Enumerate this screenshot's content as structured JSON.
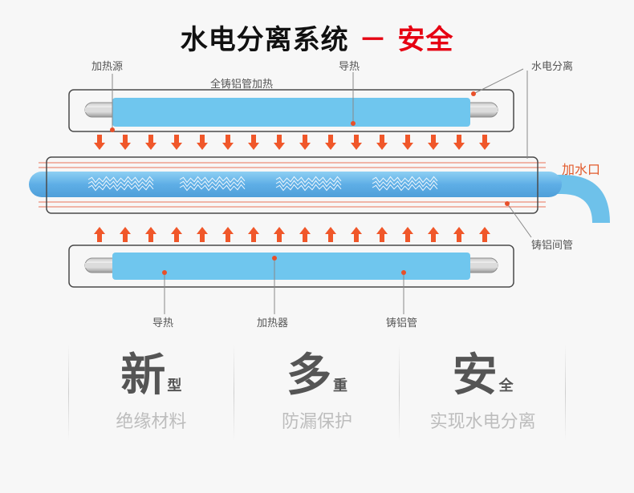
{
  "title": {
    "main": "水电分离系统",
    "dash": "－",
    "accent": "安全"
  },
  "labels": {
    "heat_source": "加热源",
    "cast_aluminum_heating": "全铸铝管加热",
    "conduction_top": "导热",
    "water_electric_separation": "水电分离",
    "water_inlet": "加水口",
    "cast_aluminum_gap_pipe": "铸铝间管",
    "conduction_bottom": "导热",
    "heater": "加热器",
    "cast_aluminum_pipe": "铸铝管"
  },
  "colors": {
    "arrow": "#f0572a",
    "heater_blue": "#6fc6ee",
    "water_blue": "#67b6e8",
    "inlet_blue": "#6ec1ea",
    "accent_red": "#e60012",
    "leader_dot": "#e8502a",
    "frame": "#4a4a4a"
  },
  "features": [
    {
      "big": "新",
      "small": "型",
      "sub": "绝缘材料"
    },
    {
      "big": "多",
      "small": "重",
      "sub": "防漏保护"
    },
    {
      "big": "安",
      "small": "全",
      "sub": "实现水电分离"
    }
  ]
}
